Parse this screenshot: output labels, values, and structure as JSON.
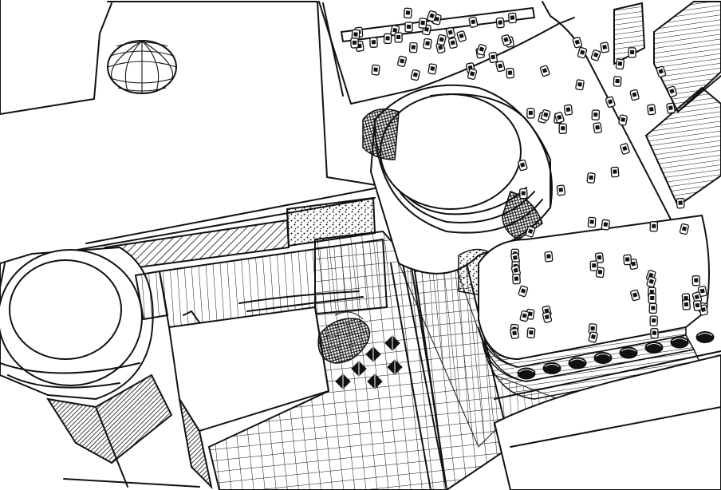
{
  "image": {
    "kind": "architectural sketch",
    "ink_color": "#111111",
    "paper_color": "#ffffff",
    "text": []
  },
  "parking_lot": {
    "car_count": 112
  },
  "plaza": {
    "kiosk_count": 6,
    "pavilion_count": 8
  }
}
